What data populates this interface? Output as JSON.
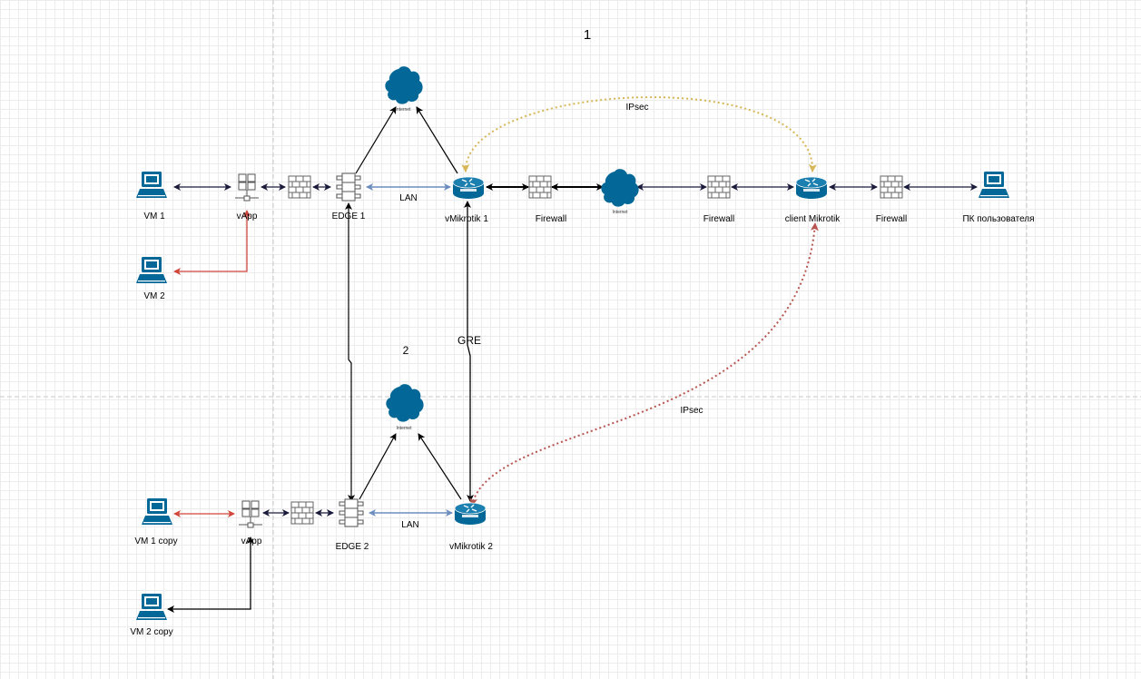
{
  "diagram": {
    "section_1_label": "1",
    "section_2_label": "2",
    "labels": {
      "vm1": "VM 1",
      "vm2": "VM 2",
      "vapp1": "vApp",
      "edge1": "EDGE 1",
      "lan1": "LAN",
      "vmikrotik1": "vMikrotik 1",
      "firewall_a": "Firewall",
      "internet_mid": "Internet",
      "firewall_b": "Firewall",
      "client_mikrotik": "client Mikrotik",
      "firewall_c": "Firewall",
      "user_pc": "ПК пользователя",
      "ipsec_top": "IPsec",
      "gre": "GRE",
      "ipsec_bottom": "IPsec",
      "internet_top": "Internet",
      "internet_bottom": "Internet",
      "vm1_copy": "VM 1 copy",
      "vm2_copy": "VM 2 copy",
      "vapp2": "vApp",
      "edge2": "EDGE 2",
      "lan2": "LAN",
      "vmikrotik2": "vMikrotik 2"
    },
    "colors": {
      "device": "#036897",
      "black_link": "#000000",
      "navy_link": "#1a1a3a",
      "red_link": "#d0463b",
      "blue_link": "#6c8ebf",
      "ipsec_gold": "#d6b656",
      "ipsec_red": "#b85450",
      "page_guide": "#c8c8c8"
    }
  }
}
